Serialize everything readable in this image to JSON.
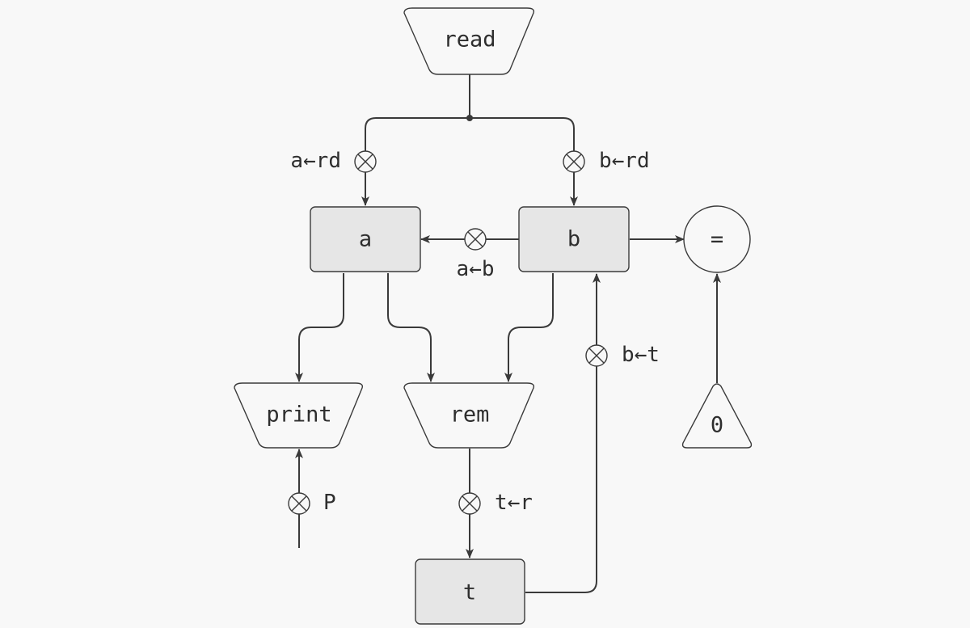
{
  "diagram": {
    "nodes": {
      "read": "read",
      "a": "a",
      "b": "b",
      "equal": "=",
      "print": "print",
      "rem": "rem",
      "t": "t",
      "zero": "0"
    },
    "buttons": {
      "a_rd": "a←rd",
      "b_rd": "b←rd",
      "a_b": "a←b",
      "b_t": "b←t",
      "t_r": "t←r",
      "p": "P"
    }
  }
}
